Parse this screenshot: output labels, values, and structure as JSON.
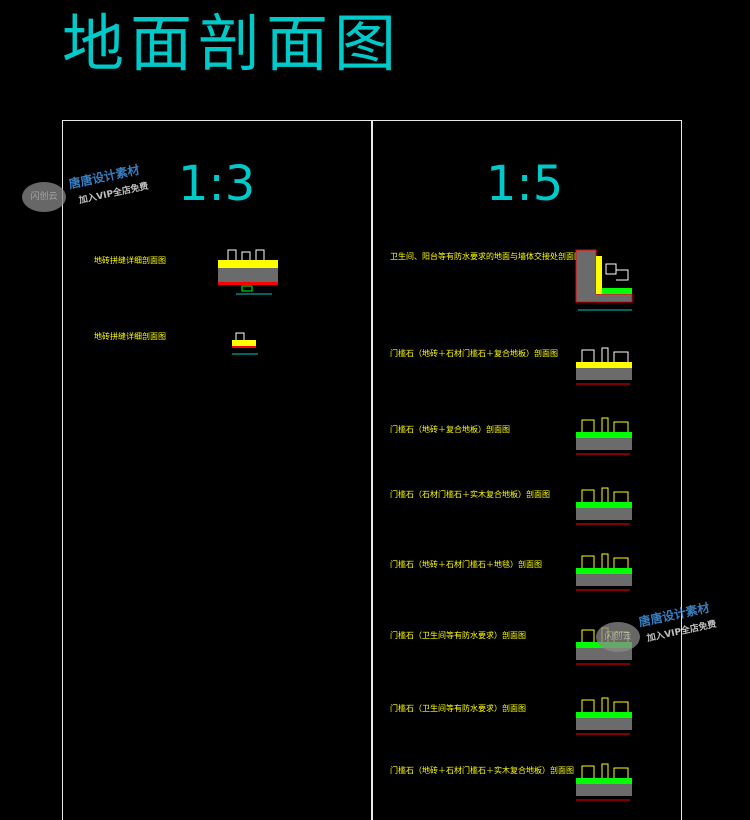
{
  "title": "地面剖面图",
  "left_panel": {
    "scale": "1:3",
    "items": [
      {
        "label": "地砖拼缝详细剖面图"
      },
      {
        "label": "地砖拼缝详细剖面图"
      }
    ]
  },
  "right_panel": {
    "scale": "1:5",
    "items": [
      {
        "label": "卫生间、阳台等有防水要求的地面与墙体交接处剖面图"
      },
      {
        "label": "门槛石（地砖＋石材门槛石＋复合地板）剖面图"
      },
      {
        "label": "门槛石（地砖＋复合地板）剖面图"
      },
      {
        "label": "门槛石（石材门槛石＋实木复合地板）剖面图"
      },
      {
        "label": "门槛石（地砖＋石材门槛石＋地毯）剖面图"
      },
      {
        "label": "门槛石（卫生间等有防水要求）剖面图"
      },
      {
        "label": "门槛石（卫生间等有防水要求）剖面图"
      },
      {
        "label": "门槛石（地砖＋石材门槛石＋实木复合地板）剖面图"
      }
    ]
  },
  "watermarks": [
    {
      "logo": "闪创云",
      "name": "唐唐设计素材",
      "promo": "加入VIP全店免费"
    },
    {
      "logo": "闪创云",
      "name": "唐唐设计素材",
      "promo": "加入VIP全店免费"
    }
  ],
  "colors": {
    "background": "#000000",
    "title": "#00c9c9",
    "border": "#e8e8e8",
    "label": "#ffff00",
    "concrete": "#6b6b6b",
    "tile": "#ffff00",
    "waterproof": "#ff0000",
    "mortar": "#00ff00",
    "outline": "#ffffff"
  }
}
